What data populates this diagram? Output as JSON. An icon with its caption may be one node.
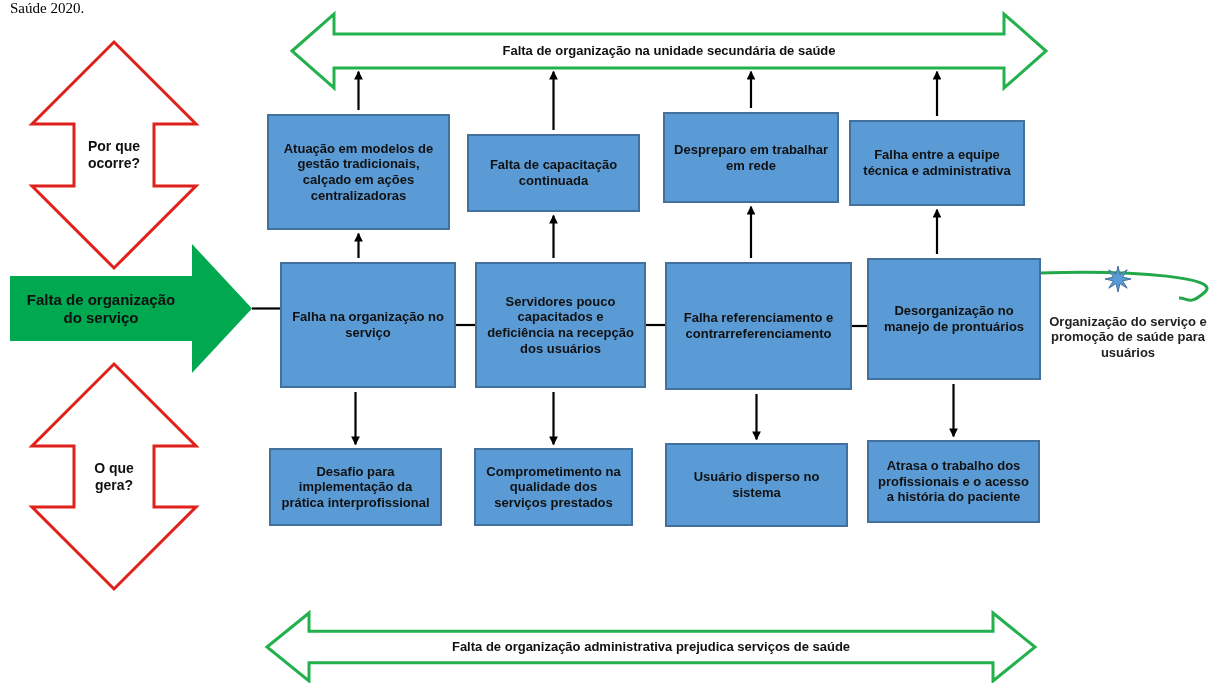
{
  "diagram": {
    "caption": "Saúde 2020.",
    "nodes": [
      {
        "text": [
          "Falta de organização na unidade secundária de saúde"
        ]
      },
      {
        "text": [
          "Por que ocorre?"
        ]
      },
      {
        "text": [
          "Atuação em modelos de gestão tradicionais, calçado em ações centralizadoras"
        ]
      },
      {
        "text": [
          "Falta de capacitação continuada"
        ]
      },
      {
        "text": [
          "Despreparo em trabalhar em rede"
        ]
      },
      {
        "text": [
          "Falha entre a equipe técnica e administrativa"
        ]
      },
      {
        "text": [
          "Falta de organização do serviço"
        ]
      },
      {
        "text": [
          "Falha na organização no serviço"
        ]
      },
      {
        "text": [
          "Servidores pouco capacitados e deficiência na recepção dos usuários"
        ]
      },
      {
        "text": [
          "Falha referenciamento e contrarreferenciamento"
        ]
      },
      {
        "text": [
          "Desorganização no manejo de prontuários"
        ]
      },
      {
        "text": [
          "Organização do serviço e promoção de saúde para usuários"
        ]
      },
      {
        "text": [
          "O que gera?"
        ]
      },
      {
        "text": [
          "Desafio para implementação da prática interprofissional"
        ]
      },
      {
        "text": [
          "Comprometimento na qualidade dos serviços prestados"
        ]
      },
      {
        "text": [
          "Usuário disperso no sistema"
        ]
      },
      {
        "text": [
          "Atrasa o trabalho dos profissionais e o acesso a história do paciente"
        ]
      },
      {
        "text": [
          "Falta de organização administrativa prejudica serviços de saúde"
        ]
      }
    ],
    "edges": [
      {
        "from": 2,
        "to": 0,
        "arrow": "to"
      },
      {
        "from": 3,
        "to": 0,
        "arrow": "to"
      },
      {
        "from": 4,
        "to": 0,
        "arrow": "to"
      },
      {
        "from": 5,
        "to": 0,
        "arrow": "to"
      },
      {
        "from": 7,
        "to": 2,
        "arrow": "to"
      },
      {
        "from": 8,
        "to": 3,
        "arrow": "to"
      },
      {
        "from": 9,
        "to": 4,
        "arrow": "to"
      },
      {
        "from": 10,
        "to": 5,
        "arrow": "to"
      },
      {
        "from": 6,
        "to": 7,
        "arrow": "none"
      },
      {
        "from": 7,
        "to": 8,
        "arrow": "none"
      },
      {
        "from": 8,
        "to": 9,
        "arrow": "none"
      },
      {
        "from": 9,
        "to": 10,
        "arrow": "none"
      },
      {
        "from": 10,
        "to": 11,
        "arrow": "none",
        "color": "#22a84a"
      },
      {
        "from": 7,
        "to": 13,
        "arrow": "to"
      },
      {
        "from": 8,
        "to": 14,
        "arrow": "to"
      },
      {
        "from": 9,
        "to": 15,
        "arrow": "to"
      },
      {
        "from": 10,
        "to": 16,
        "arrow": "to"
      }
    ]
  }
}
